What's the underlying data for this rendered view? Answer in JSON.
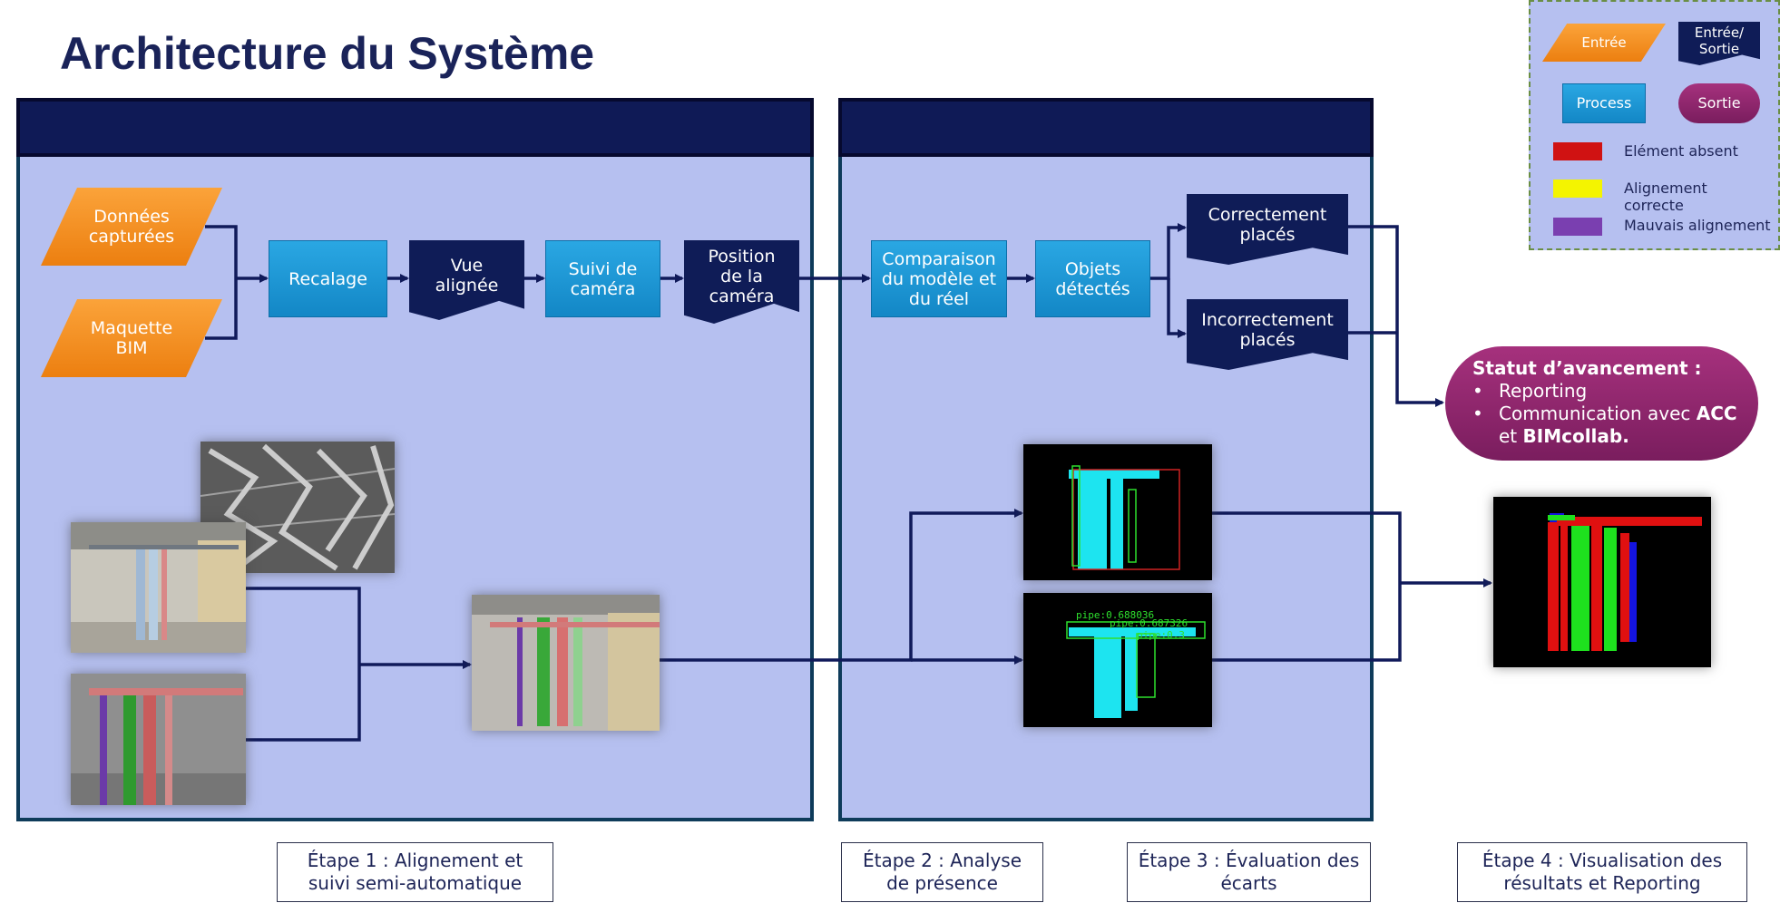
{
  "title": "Architecture du Système",
  "legend": {
    "entree": "Entrée",
    "entree_sortie": "Entrée/ Sortie",
    "process": "Process",
    "sortie": "Sortie",
    "absent": "Elément absent",
    "correct": "Alignement correcte",
    "mauvais": "Mauvais alignement",
    "colors": {
      "absent": "#d01212",
      "correct": "#f4f400",
      "mauvais": "#7a3fb0"
    }
  },
  "nodes": {
    "donnees": "Données capturées",
    "maquette": "Maquette BIM",
    "recalage": "Recalage",
    "vue": "Vue alignée",
    "suivi": "Suivi de caméra",
    "position": "Position de la caméra",
    "comparaison": "Comparaison du modèle et du réel",
    "objets": "Objets détectés",
    "correctement": "Correctement placés",
    "incorrectement": "Incorrectement placés"
  },
  "status": {
    "heading": "Statut d’avancement :",
    "item1": "Reporting",
    "item2_prefix": "Communication avec ",
    "item2_bold": "ACC",
    "item2_line2_prefix": "et ",
    "item2_line2_bold": "BIMcollab."
  },
  "detection_labels": [
    "pipe:0.688036",
    "pipe:0.687326",
    "pipe:0.3"
  ],
  "stages": {
    "s1": "Étape 1 : Alignement et suivi semi-automatique",
    "s2": "Étape 2 : Analyse de présence",
    "s3": "Étape 3 : Évaluation des écarts",
    "s4": "Étape 4 : Visualisation des résultats et Reporting"
  }
}
